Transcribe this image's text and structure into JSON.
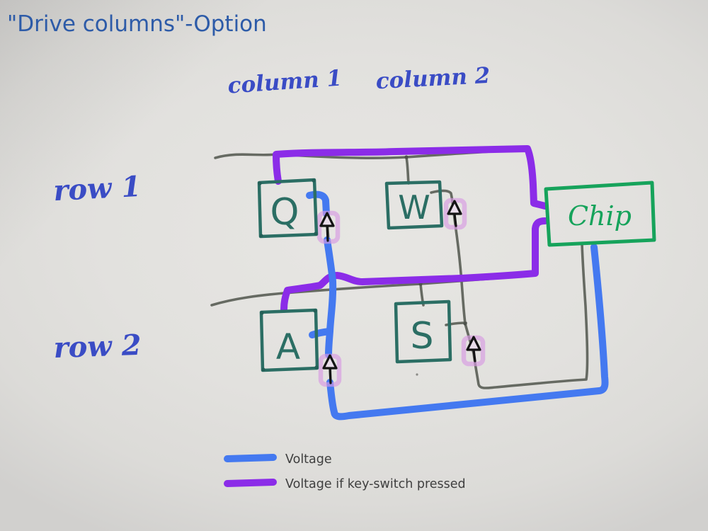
{
  "title": "\"Drive columns\"-Option",
  "labels": {
    "column1": "column 1",
    "column2": "column 2",
    "row1": "row 1",
    "row2": "row 2"
  },
  "switches": {
    "q": "Q",
    "w": "W",
    "a": "A",
    "s": "S"
  },
  "chip_label": "Chip",
  "legend": {
    "voltage": "Voltage",
    "voltage_pressed": "Voltage if key-switch pressed"
  },
  "colors": {
    "paper": "#e2e1de",
    "title_text": "#2d5ba8",
    "handwriting_ink": "#3a4cc5",
    "wire_gray": "#666a62",
    "marker_blue": "#4479f0",
    "marker_purple": "#8b2ce8",
    "switch_box_teal": "#2b6e64",
    "chip_green": "#16a35b",
    "diode_highlight": "#d79ae2",
    "arrow_black": "#141414",
    "legend_text": "#3f3f3f"
  }
}
